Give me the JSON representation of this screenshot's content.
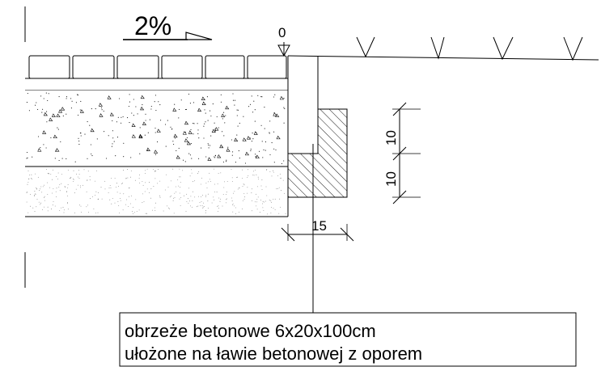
{
  "drawing": {
    "slope_label": "2%",
    "level_label": "0",
    "dimensions": {
      "curb_width": "15",
      "foundation_height": "10",
      "curb_height": "10"
    },
    "callout": {
      "line1": "obrzeże betonowe 6x20x100cm",
      "line2": "ułożone na ławie betonowej z oporem"
    }
  }
}
